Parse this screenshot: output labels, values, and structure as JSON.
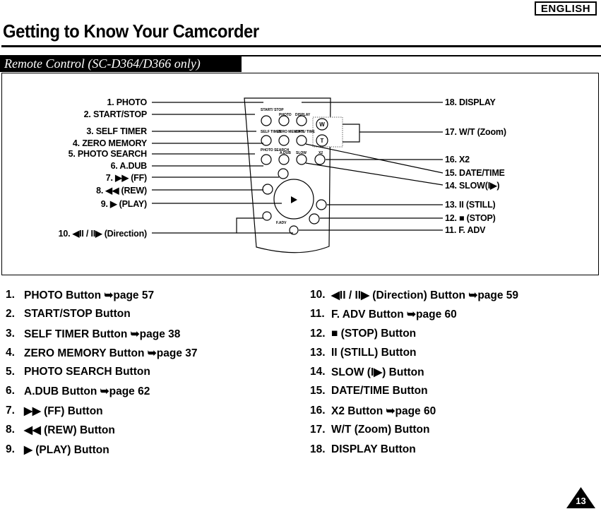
{
  "header": {
    "language_badge": "ENGLISH",
    "title": "Getting to Know Your Camcorder"
  },
  "section": {
    "title": "Remote Control (SC-D364/D366 only)"
  },
  "figure": {
    "left_callouts": [
      "1. PHOTO",
      "2. START/STOP",
      "3. SELF TIMER",
      "4. ZERO MEMORY",
      "5. PHOTO SEARCH",
      "6. A.DUB",
      "7. ▶▶ (FF)",
      "8. ◀◀ (REW)",
      "9. ▶ (PLAY)",
      "10. ◀II / II▶ (Direction)"
    ],
    "right_callouts": [
      "18. DISPLAY",
      "17.  W/T (Zoom)",
      "16. X2",
      "15. DATE/TIME",
      "14. SLOW(I▶)",
      "13. II (STILL)",
      "12. ■ (STOP)",
      "11. F. ADV"
    ],
    "remote_labels": {
      "start_stop": "START/ STOP",
      "photo": "PHOTO",
      "display": "DISPLAY",
      "self_timer": "SELF TIMER",
      "zero_memory": "ZERO MEMORY",
      "date_time": "DATE/ TIME",
      "photo_search": "PHOTO SEARCH",
      "adub": "A.DUB",
      "slow": "SLOW",
      "x2": "X2",
      "w": "W",
      "t": "T",
      "fadv": "F.ADV"
    }
  },
  "buttons_left": [
    {
      "num": "1.",
      "text": "PHOTO Button ➥page 57"
    },
    {
      "num": "2.",
      "text": "START/STOP Button"
    },
    {
      "num": "3.",
      "text": "SELF TIMER Button ➥page 38"
    },
    {
      "num": "4.",
      "text": "ZERO MEMORY Button ➥page 37"
    },
    {
      "num": "5.",
      "text": "PHOTO SEARCH Button"
    },
    {
      "num": "6.",
      "text": "A.DUB Button ➥page 62"
    },
    {
      "num": "7.",
      "text": "▶▶ (FF) Button"
    },
    {
      "num": "8.",
      "text": "◀◀ (REW) Button"
    },
    {
      "num": "9.",
      "text": "▶ (PLAY) Button"
    }
  ],
  "buttons_right": [
    {
      "num": "10.",
      "text": "◀II / II▶ (Direction) Button ➥page 59"
    },
    {
      "num": "11.",
      "text": "F. ADV Button ➥page 60"
    },
    {
      "num": "12.",
      "text": "■ (STOP) Button"
    },
    {
      "num": "13.",
      "text": "II (STILL) Button"
    },
    {
      "num": "14.",
      "text": "SLOW (I▶) Button"
    },
    {
      "num": "15.",
      "text": "DATE/TIME Button"
    },
    {
      "num": "16.",
      "text": "X2 Button ➥page 60"
    },
    {
      "num": "17.",
      "text": "W/T (Zoom) Button"
    },
    {
      "num": "18.",
      "text": "DISPLAY Button"
    }
  ],
  "footer": {
    "page_number": "13"
  }
}
